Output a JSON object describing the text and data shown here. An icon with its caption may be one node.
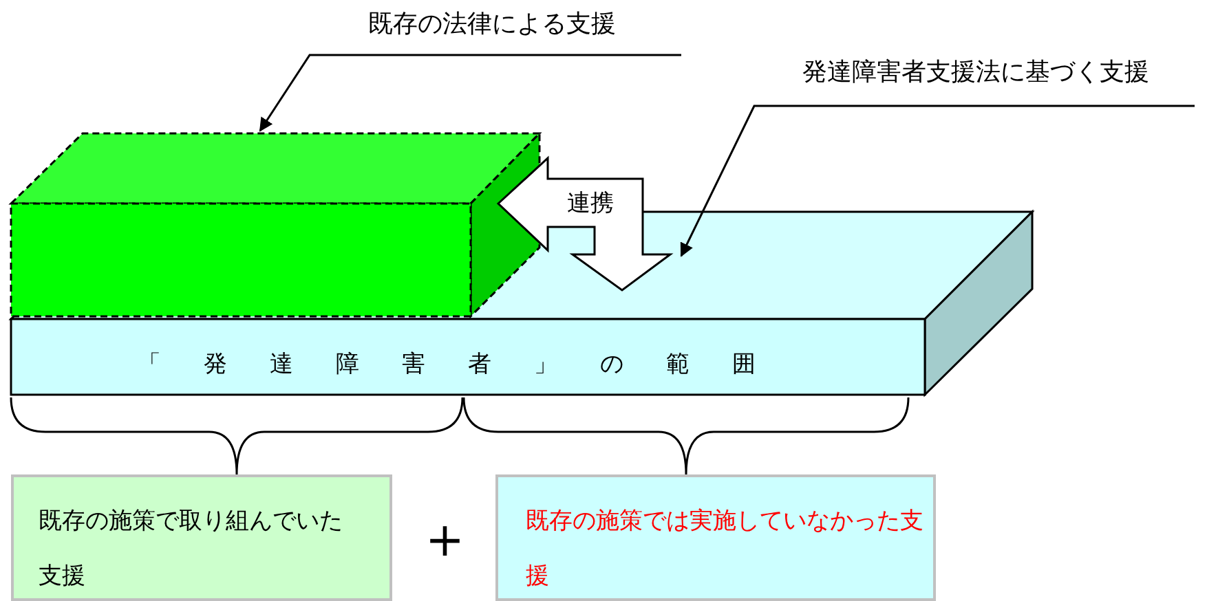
{
  "diagram": {
    "nodes": [
      {
        "text": [
          "既存の法律による支援"
        ]
      },
      {
        "text": [],
        "shape": "box"
      },
      {
        "text": [
          "発達障害者支援法に基づく支援"
        ]
      },
      {
        "text": [
          "「発達障害者」の範囲"
        ]
      },
      {
        "text": [
          "既存の施策で取り組んでいた支援"
        ]
      },
      {
        "text": [
          "既存の施策では実施していなかった支援"
        ]
      }
    ],
    "edges": [
      {
        "from": 0,
        "to": 1,
        "arrow": "to"
      },
      {
        "from": 2,
        "to": 3,
        "arrow": "to"
      },
      {
        "from": 1,
        "to": 3,
        "arrow": "both",
        "label": "連携"
      }
    ],
    "labels": [
      "+"
    ]
  }
}
